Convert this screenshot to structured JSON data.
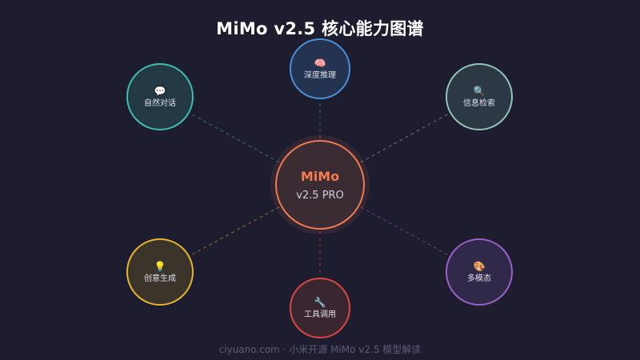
{
  "title": "MiMo v2.5 核心能力图谱",
  "center": {
    "name": "MiMo",
    "version": "v2.5 PRO"
  },
  "nodes": [
    {
      "id": "top",
      "icon": "🧠",
      "label": "深度推理",
      "color": "#4a90d9",
      "fill": "#24334f"
    },
    {
      "id": "top-right",
      "icon": "🔍",
      "label": "信息检索",
      "color": "#8fc4b8",
      "fill": "#2c3843"
    },
    {
      "id": "bottom-right",
      "icon": "🎨",
      "label": "多模态",
      "color": "#9a62c6",
      "fill": "#30294a"
    },
    {
      "id": "bottom",
      "icon": "🔧",
      "label": "工具调用",
      "color": "#d9473f",
      "fill": "#3a2630"
    },
    {
      "id": "bottom-left",
      "icon": "💡",
      "label": "创意生成",
      "color": "#e6b52e",
      "fill": "#3a342a"
    },
    {
      "id": "top-left",
      "icon": "💬",
      "label": "自然对话",
      "color": "#3fbcb0",
      "fill": "#233a45"
    }
  ],
  "colors": {
    "background": "#1e1d2f",
    "center_accent": "#f07a4f"
  },
  "footer": "ciyuano.com · 小米开源 MiMo v2.5 模型解读"
}
